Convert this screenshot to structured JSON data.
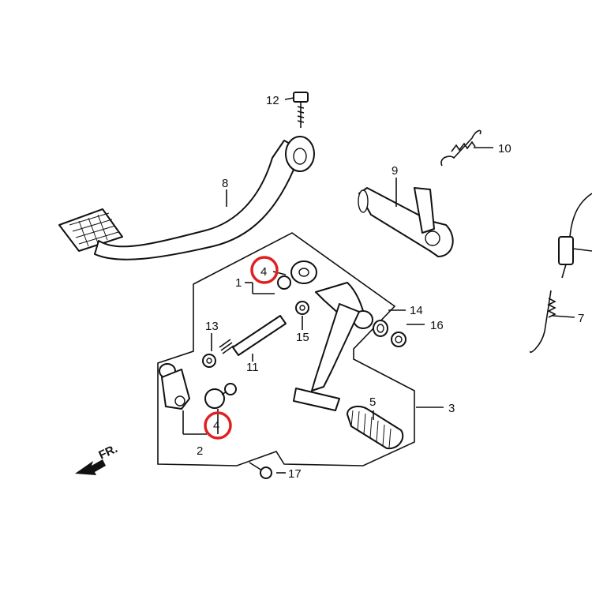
{
  "diagram": {
    "callouts": {
      "c1": "1",
      "c2": "2",
      "c3": "3",
      "c4a": "4",
      "c4b": "4",
      "c5": "5",
      "c7": "7",
      "c8": "8",
      "c9": "9",
      "c10": "10",
      "c11": "11",
      "c12": "12",
      "c13": "13",
      "c14": "14",
      "c15": "15",
      "c16": "16",
      "c17": "17"
    },
    "direction_label": "FR.",
    "highlight_color": "#e02020"
  }
}
